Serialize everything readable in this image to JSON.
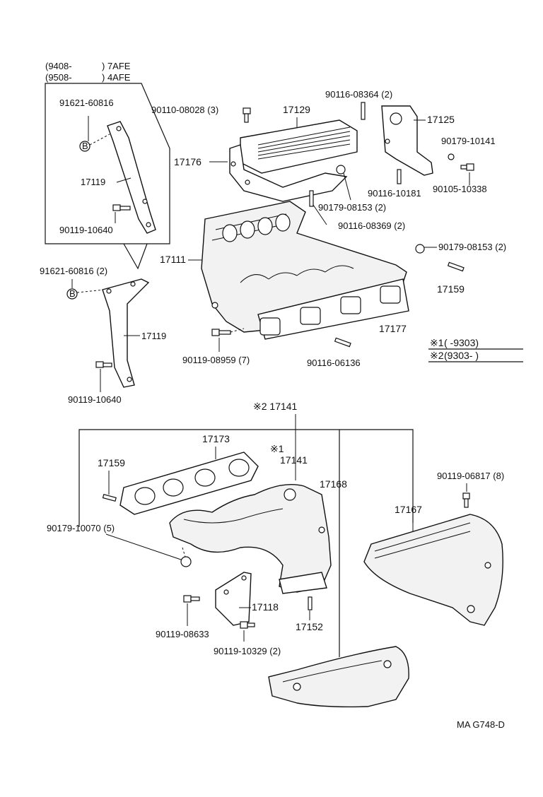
{
  "header": {
    "line1_code": "(9408-",
    "line1_engine": ") 7AFE",
    "line2_code": "(9508-",
    "line2_engine": ") 4AFE"
  },
  "marker_b": "B",
  "notes": {
    "note1_mark": "※1",
    "note1_range": "(          -9303)",
    "note2_mark": "※2",
    "note2_range": "(9303-           )"
  },
  "labels": {
    "p91621_60816_a": "91621-60816",
    "p17119_a": "17119",
    "p90119_10640_a": "90119-10640",
    "p91621_60816_b": "91621-60816 (2)",
    "p17119_b": "17119",
    "p90119_10640_b": "90119-10640",
    "p90110_08028": "90110-08028 (3)",
    "p17129": "17129",
    "p90116_08364": "90116-08364 (2)",
    "p17125": "17125",
    "p90179_10141": "90179-10141",
    "p17176": "17176",
    "p90116_10181": "90116-10181",
    "p90105_10338": "90105-10338",
    "p90179_08153_a": "90179-08153 (2)",
    "p90116_08369": "90116-08369 (2)",
    "p17111": "17111",
    "p90179_08153_b": "90179-08153 (2)",
    "p17159_a": "17159",
    "p17177": "17177",
    "p90119_08959": "90119-08959 (7)",
    "p90116_06136": "90116-06136",
    "p17141_2": "※2 17141",
    "p17141_1_mark": "※1",
    "p17141_1": "17141",
    "p17173": "17173",
    "p17159_b": "17159",
    "p17168": "17168",
    "p17167": "17167",
    "p90119_06817": "90119-06817 (8)",
    "p90179_10070": "90179-10070 (5)",
    "p17118": "17118",
    "p17152": "17152",
    "p90119_08633": "90119-08633",
    "p90119_10329": "90119-10329 (2)"
  },
  "footer": {
    "code": "MA  G748-D"
  }
}
